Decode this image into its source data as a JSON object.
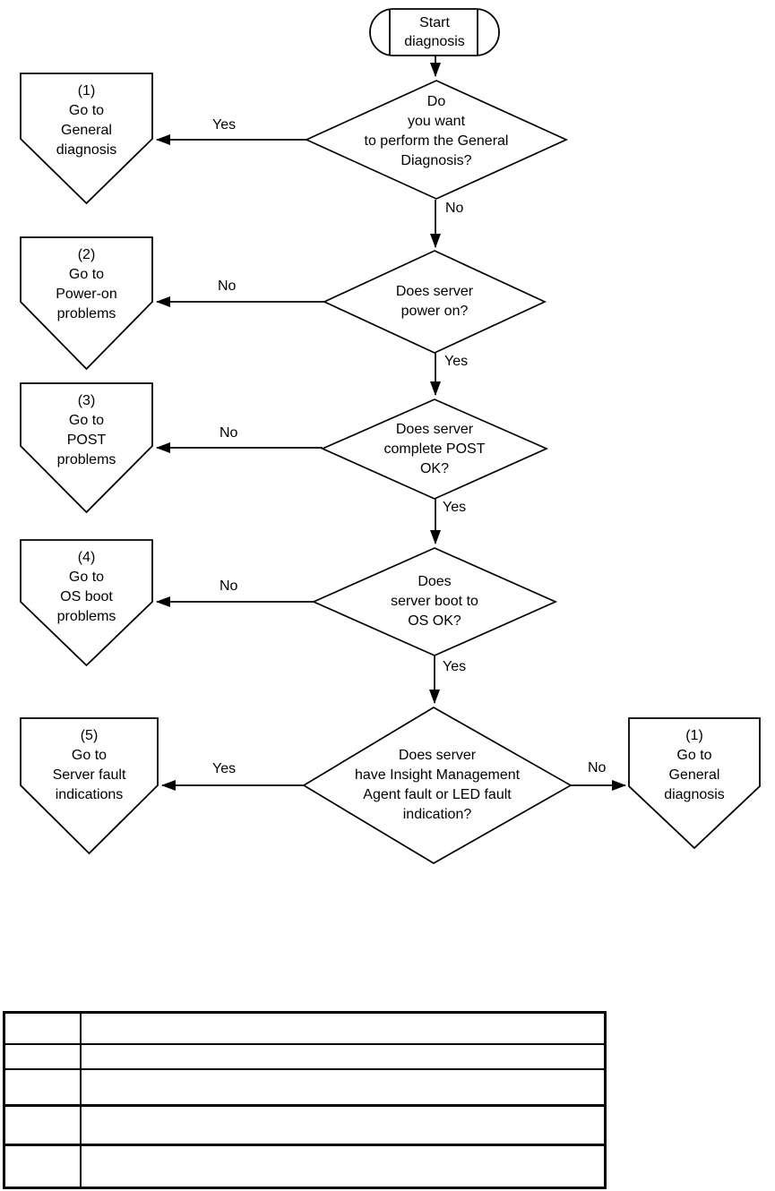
{
  "diagram": {
    "title_hint": "Server diagnosis flowchart",
    "colors": {
      "line": "#000000",
      "background": "#ffffff"
    },
    "start": {
      "label": "Start\ndiagnosis"
    },
    "decisions": [
      {
        "label": "Do\nyou want\nto perform the General\nDiagnosis?"
      },
      {
        "label": "Does server\npower on?"
      },
      {
        "label": "Does server\ncomplete POST\nOK?"
      },
      {
        "label": "Does\nserver boot to\nOS OK?"
      },
      {
        "label": "Does server\nhave Insight Management\nAgent fault or LED fault\nindication?"
      }
    ],
    "offpage_connectors": [
      {
        "label": "(1)\nGo to\nGeneral\ndiagnosis"
      },
      {
        "label": "(2)\nGo to\nPower-on\nproblems"
      },
      {
        "label": "(3)\nGo to\nPOST\nproblems"
      },
      {
        "label": "(4)\nGo to\nOS boot\nproblems"
      },
      {
        "label": "(5)\nGo to\nServer fault\nindications"
      },
      {
        "label": "(1)\nGo to\nGeneral\ndiagnosis"
      }
    ],
    "edge_labels": [
      {
        "id": "d1-yes",
        "label": "Yes"
      },
      {
        "id": "d1-no",
        "label": "No"
      },
      {
        "id": "d2-no",
        "label": "No"
      },
      {
        "id": "d2-yes",
        "label": "Yes"
      },
      {
        "id": "d3-no",
        "label": "No"
      },
      {
        "id": "d3-yes",
        "label": "Yes"
      },
      {
        "id": "d4-no",
        "label": "No"
      },
      {
        "id": "d4-yes",
        "label": "Yes"
      },
      {
        "id": "d5-yes",
        "label": "Yes"
      },
      {
        "id": "d5-no",
        "label": "No"
      }
    ]
  },
  "table": {
    "rows": [
      [
        "",
        ""
      ],
      [
        "",
        ""
      ],
      [
        "",
        ""
      ],
      [
        "",
        ""
      ],
      [
        "",
        ""
      ]
    ]
  }
}
